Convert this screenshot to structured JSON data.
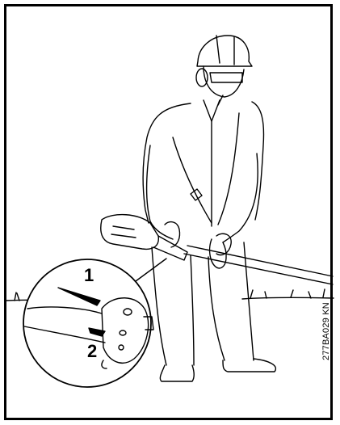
{
  "callouts": {
    "label_1": "1",
    "label_2": "2"
  },
  "figure_code": "277BA029 KN",
  "colors": {
    "line": "#000000",
    "background": "#ffffff"
  }
}
